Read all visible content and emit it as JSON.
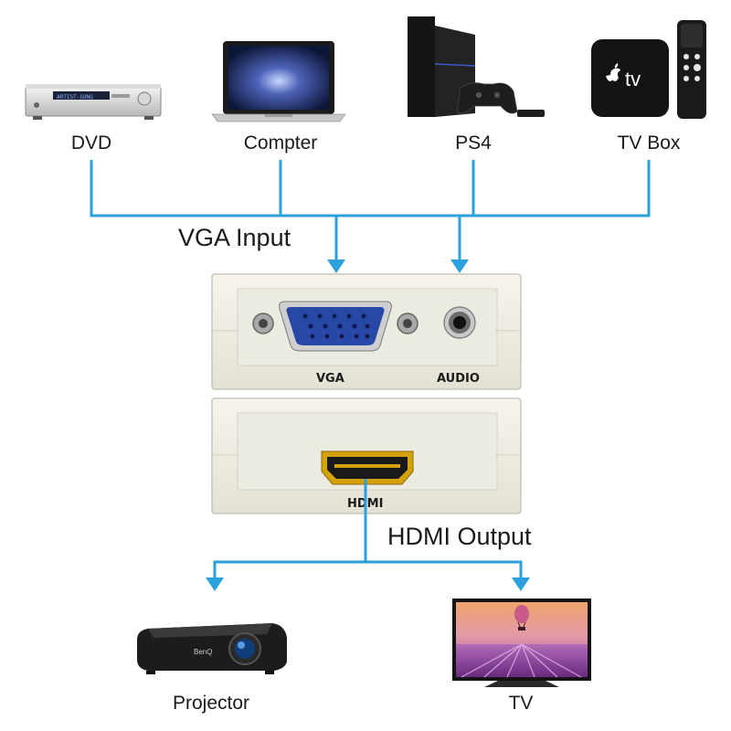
{
  "sources": [
    {
      "label": "DVD",
      "icon": "dvd-player-icon"
    },
    {
      "label": "Compter",
      "icon": "laptop-icon"
    },
    {
      "label": "PS4",
      "icon": "game-console-icon"
    },
    {
      "label": "TV Box",
      "icon": "tv-box-icon"
    }
  ],
  "input_label": "VGA Input",
  "output_label": "HDMI Output",
  "adapter": {
    "vga_port_label": "VGA",
    "audio_port_label": "AUDIO",
    "hdmi_port_label": "HDMI"
  },
  "dvd_display_text": "ARTIST-SONG",
  "tvbox_logo_text": "tv",
  "projector_brand_text": "BenQ",
  "outputs": [
    {
      "label": "Projector",
      "icon": "projector-icon"
    },
    {
      "label": "TV",
      "icon": "television-icon"
    }
  ],
  "colors": {
    "connector_line": "#2aa0dc",
    "adapter_body": "#f1efe6",
    "vga_port": "#2848a8",
    "hdmi_gold": "#d4a20a"
  }
}
